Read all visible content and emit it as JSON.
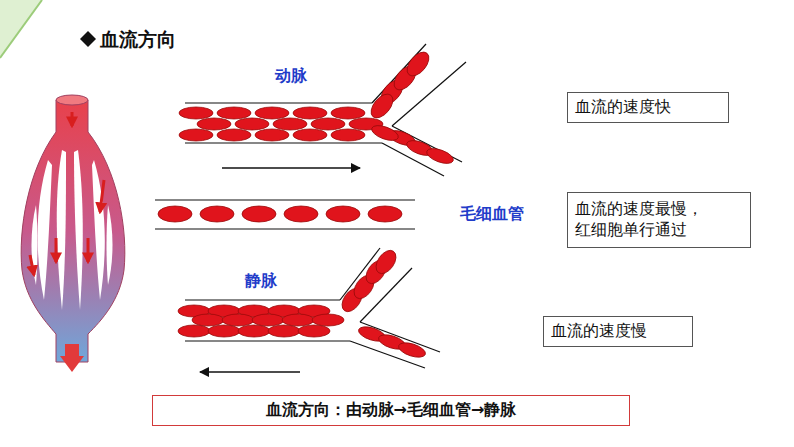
{
  "diagram": {
    "title": "血流方向",
    "nodes": [
      {
        "text": [
          "血流的速度快"
        ]
      },
      {
        "text": [
          "血流的速度最慢，红细胞单行通过"
        ]
      },
      {
        "text": [
          "血流的速度慢"
        ]
      },
      {
        "text": [
          "血流方向：由动脉→毛细血管→静脉"
        ]
      }
    ],
    "labels": [
      "动脉",
      "毛细血管",
      "静脉"
    ]
  }
}
